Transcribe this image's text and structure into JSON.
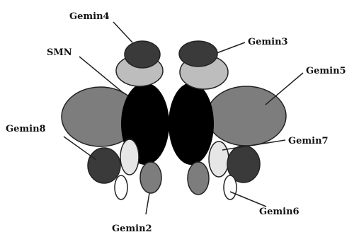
{
  "labels": {
    "gemin4": "Gemin4",
    "smn": "SMN",
    "gemin3": "Gemin3",
    "gemin5": "Gemin5",
    "gemin8": "Gemin8",
    "gemin7": "Gemin7",
    "gemin6": "Gemin6",
    "gemin2": "Gemin2"
  },
  "colors": {
    "core": "#000000",
    "dark": "#3a3a3a",
    "medium": "#7d7d7d",
    "light": "#bdbdbd",
    "pale": "#e6e6e6",
    "white": "#ffffff"
  }
}
